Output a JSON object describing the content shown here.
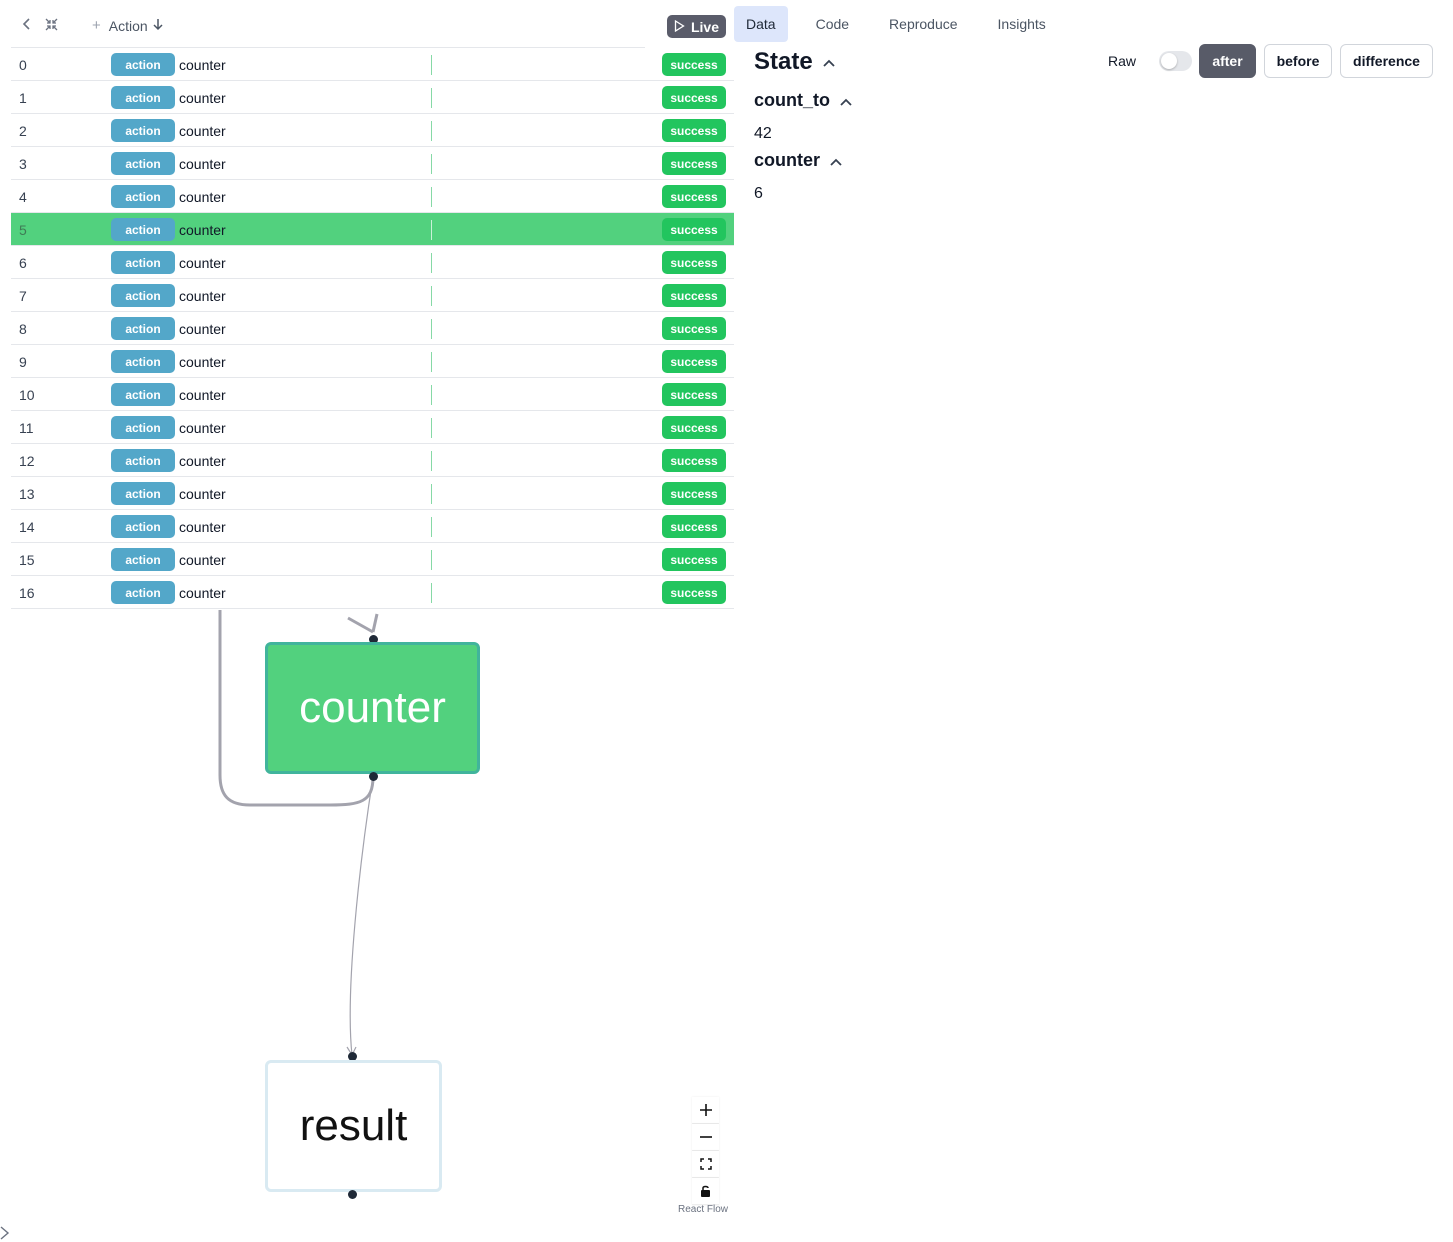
{
  "toolbar": {
    "column_header": "Action",
    "live_label": "Live"
  },
  "rows": [
    {
      "index": "0",
      "tag": "action",
      "name": "counter",
      "status": "success"
    },
    {
      "index": "1",
      "tag": "action",
      "name": "counter",
      "status": "success"
    },
    {
      "index": "2",
      "tag": "action",
      "name": "counter",
      "status": "success"
    },
    {
      "index": "3",
      "tag": "action",
      "name": "counter",
      "status": "success"
    },
    {
      "index": "4",
      "tag": "action",
      "name": "counter",
      "status": "success"
    },
    {
      "index": "5",
      "tag": "action",
      "name": "counter",
      "status": "success"
    },
    {
      "index": "6",
      "tag": "action",
      "name": "counter",
      "status": "success"
    },
    {
      "index": "7",
      "tag": "action",
      "name": "counter",
      "status": "success"
    },
    {
      "index": "8",
      "tag": "action",
      "name": "counter",
      "status": "success"
    },
    {
      "index": "9",
      "tag": "action",
      "name": "counter",
      "status": "success"
    },
    {
      "index": "10",
      "tag": "action",
      "name": "counter",
      "status": "success"
    },
    {
      "index": "11",
      "tag": "action",
      "name": "counter",
      "status": "success"
    },
    {
      "index": "12",
      "tag": "action",
      "name": "counter",
      "status": "success"
    },
    {
      "index": "13",
      "tag": "action",
      "name": "counter",
      "status": "success"
    },
    {
      "index": "14",
      "tag": "action",
      "name": "counter",
      "status": "success"
    },
    {
      "index": "15",
      "tag": "action",
      "name": "counter",
      "status": "success"
    },
    {
      "index": "16",
      "tag": "action",
      "name": "counter",
      "status": "success"
    }
  ],
  "selected_row": 5,
  "graph": {
    "nodes": [
      "counter",
      "result"
    ],
    "attribution": "React Flow",
    "controls": [
      "zoom-in",
      "zoom-out",
      "fit-view",
      "lock"
    ]
  },
  "tabs": [
    "Data",
    "Code",
    "Reproduce",
    "Insights"
  ],
  "active_tab": "Data",
  "state": {
    "title": "State",
    "raw_label": "Raw",
    "buttons": [
      "after",
      "before",
      "difference"
    ],
    "active_button": "after",
    "fields": [
      {
        "key": "count_to",
        "value": "42"
      },
      {
        "key": "counter",
        "value": "6"
      }
    ]
  },
  "colors": {
    "selected_row": "#52d17e",
    "action_tag": "#53a7c9",
    "status_success": "#22c55e",
    "live_button": "#5a5c6a",
    "active_tab": "#dde6fb"
  }
}
